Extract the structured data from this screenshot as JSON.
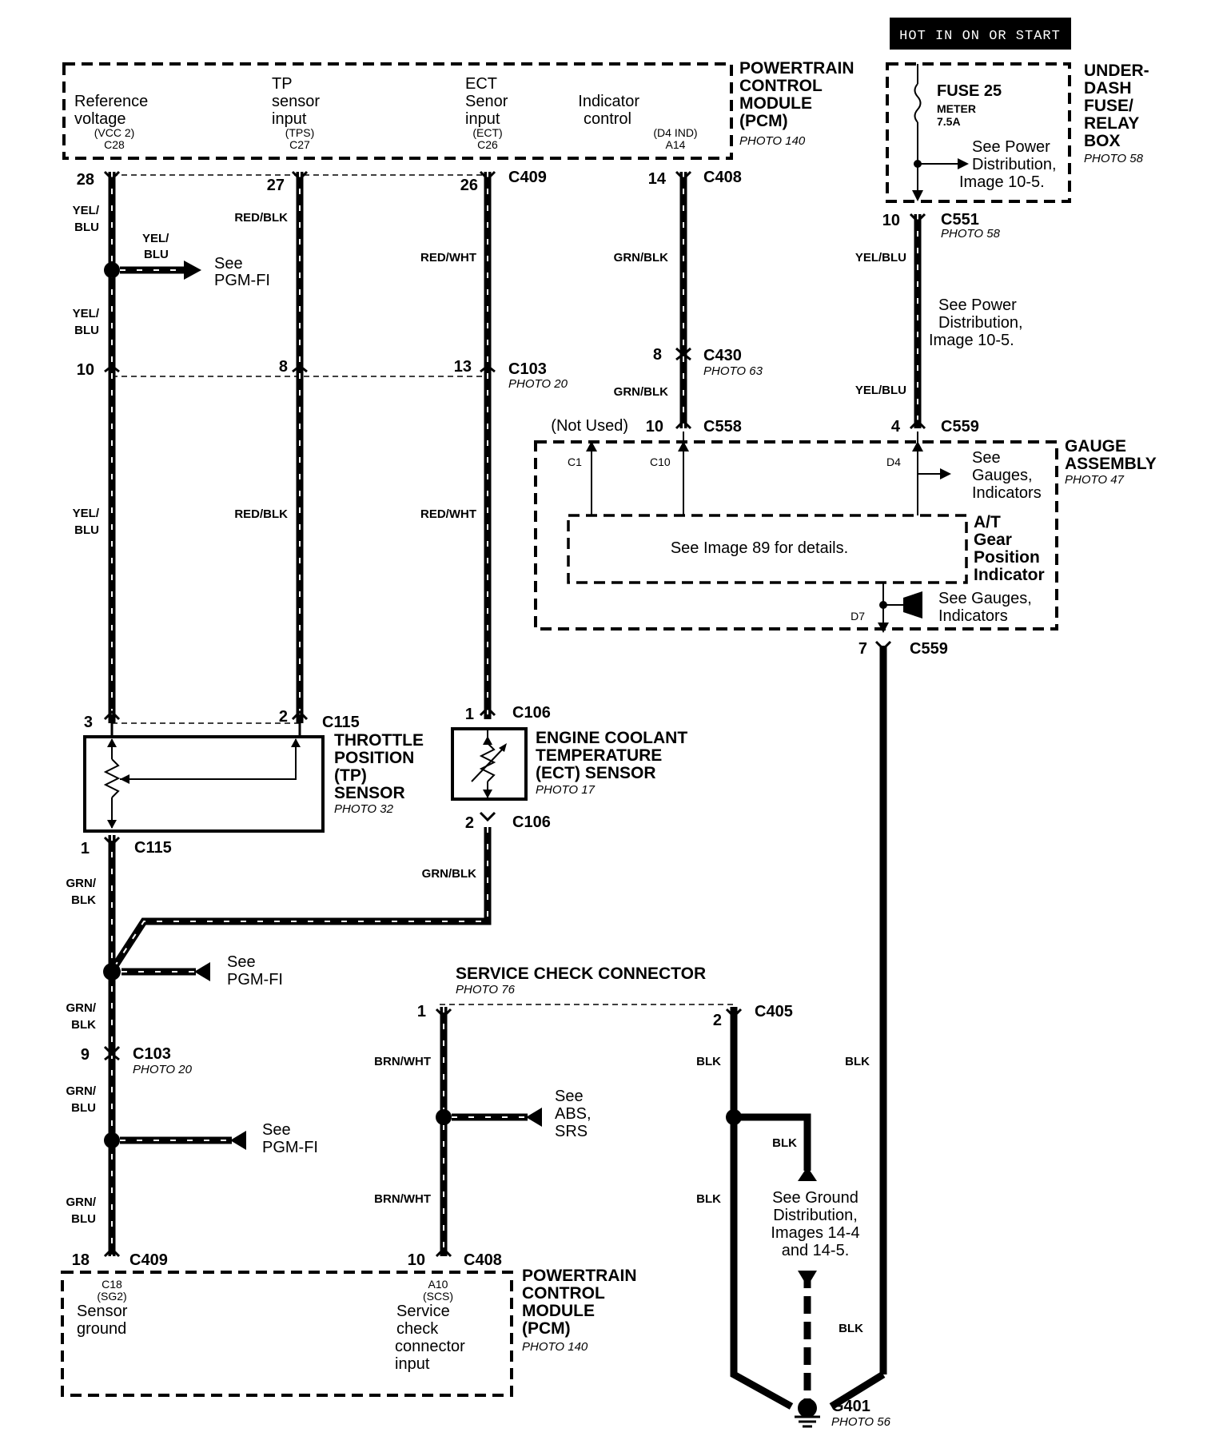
{
  "hot_banner": "HOT IN ON OR START",
  "pcm_top": {
    "title": [
      "POWERTRAIN",
      "CONTROL",
      "MODULE",
      "(PCM)"
    ],
    "photo": "PHOTO 140",
    "pins": [
      {
        "lines": [
          "Reference",
          "voltage"
        ],
        "code": "(VCC 2)",
        "pin": "C28"
      },
      {
        "lines": [
          "TP",
          "sensor",
          "input"
        ],
        "code": "(TPS)",
        "pin": "C27"
      },
      {
        "lines": [
          "ECT",
          "Senor",
          "input"
        ],
        "code": "(ECT)",
        "pin": "C26"
      },
      {
        "lines": [
          "Indicator",
          "control"
        ],
        "code": "(D4 IND)",
        "pin": "A14"
      }
    ]
  },
  "underdash": {
    "title": [
      "UNDER-",
      "DASH",
      "FUSE/",
      "RELAY",
      "BOX"
    ],
    "photo": "PHOTO 58",
    "fuse_name": "FUSE 25",
    "fuse_sub": "METER",
    "fuse_rating": "7.5A",
    "see_ref": [
      "See Power",
      "Distribution,",
      "Image 10-5."
    ]
  },
  "connectors": {
    "c409_top": "C409",
    "c408_top": "C408",
    "c551": "C551",
    "c551_photo": "PHOTO 58",
    "c103_top": "C103",
    "c103_top_photo": "PHOTO 20",
    "c430": "C430",
    "c430_photo": "PHOTO 63",
    "c558": "C558",
    "c559_top": "C559",
    "c559_bottom": "C559",
    "c115_top": "C115",
    "c115_bottom": "C115",
    "c106_top": "C106",
    "c106_bottom": "C106",
    "c103_bottom": "C103",
    "c103_bottom_photo": "PHOTO 20",
    "c405": "C405",
    "c409_bottom": "C409",
    "c408_bottom": "C408"
  },
  "pin_numbers": {
    "p28": "28",
    "p27": "27",
    "p26": "26",
    "p14": "14",
    "p10_c551": "10",
    "p10_c103": "10",
    "p8_c103": "8",
    "p13_c103": "13",
    "p8_c430": "8",
    "p10_c558": "10",
    "p4_c559": "4",
    "p7_c559": "7",
    "p3_c115": "3",
    "p2_c115": "2",
    "p1_c106": "1",
    "p2_c106": "2",
    "p1_c115": "1",
    "p9_c103": "9",
    "p1_c405": "1",
    "p2_c405": "2",
    "p18_c409": "18",
    "p10_c408": "10"
  },
  "wire_labels": {
    "yel_blu_1": [
      "YEL/",
      "BLU"
    ],
    "yel_blu_splice": [
      "YEL/",
      "BLU"
    ],
    "yel_blu_2": [
      "YEL/",
      "BLU"
    ],
    "yel_blu_3": [
      "YEL/",
      "BLU"
    ],
    "red_blk_1": "RED/BLK",
    "red_blk_2": "RED/BLK",
    "red_wht_1": "RED/WHT",
    "red_wht_2": "RED/WHT",
    "grn_blk_1": "GRN/BLK",
    "grn_blk_2": "GRN/BLK",
    "yel_blu_r1": "YEL/BLU",
    "yel_blu_r2": "YEL/BLU",
    "grn_blk_ect": "GRN/BLK",
    "grn_blk_3": [
      "GRN/",
      "BLK"
    ],
    "grn_blk_4": [
      "GRN/",
      "BLK"
    ],
    "grn_blu_1": [
      "GRN/",
      "BLU"
    ],
    "grn_blu_2": [
      "GRN/",
      "BLU"
    ],
    "brn_wht_1": "BRN/WHT",
    "brn_wht_2": "BRN/WHT",
    "blk_1": "BLK",
    "blk_2": "BLK",
    "blk_3": "BLK",
    "blk_4": "BLK",
    "blk_5": "BLK"
  },
  "see_refs": {
    "pgm_fi_1": [
      "See",
      "PGM-FI"
    ],
    "pgm_fi_2": [
      "See",
      "PGM-FI"
    ],
    "pgm_fi_3": [
      "See",
      "PGM-FI"
    ],
    "abs_srs": [
      "See",
      "ABS,",
      "SRS"
    ],
    "power_dist": [
      "See Power",
      "Distribution,",
      "Image 10-5."
    ],
    "gauges_1": [
      "See",
      "Gauges,",
      "Indicators"
    ],
    "gauges_2": [
      "See Gauges,",
      "Indicators"
    ],
    "ground_dist": [
      "See Ground",
      "Distribution,",
      "Images 14-4",
      "and 14-5."
    ]
  },
  "gauge_assembly": {
    "title": [
      "GAUGE",
      "ASSEMBLY"
    ],
    "photo": "PHOTO 47",
    "not_used": "(Not Used)",
    "pin_c1": "C1",
    "pin_c10": "C10",
    "pin_d4": "D4",
    "pin_d7": "D7",
    "inner_note": "See Image 89 for details.",
    "inner_title": [
      "A/T",
      "Gear",
      "Position",
      "Indicator"
    ]
  },
  "tp_sensor": {
    "title": [
      "THROTTLE",
      "POSITION",
      "(TP)",
      "SENSOR"
    ],
    "photo": "PHOTO 32"
  },
  "ect_sensor": {
    "title": [
      "ENGINE COOLANT",
      "TEMPERATURE",
      "(ECT) SENSOR"
    ],
    "photo": "PHOTO 17"
  },
  "service_check": {
    "title": "SERVICE CHECK CONNECTOR",
    "photo": "PHOTO 76"
  },
  "pcm_bottom": {
    "title": [
      "POWERTRAIN",
      "CONTROL",
      "MODULE",
      "(PCM)"
    ],
    "photo": "PHOTO 140",
    "pins": [
      {
        "pin": "C18",
        "code": "(SG2)",
        "lines": [
          "Sensor",
          "ground"
        ]
      },
      {
        "pin": "A10",
        "code": "(SCS)",
        "lines": [
          "Service",
          "check",
          "connector",
          "input"
        ]
      }
    ]
  },
  "ground": {
    "name": "G401",
    "photo": "PHOTO 56"
  }
}
